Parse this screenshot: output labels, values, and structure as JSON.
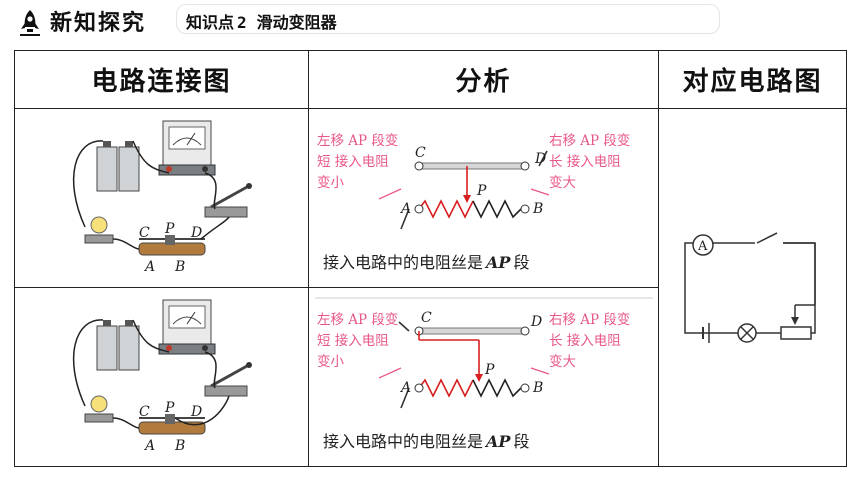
{
  "header": {
    "section_title": "新知探究",
    "subtitle_prefix": "知识点",
    "subtitle_number": "2",
    "subtitle_text": "滑动变阻器"
  },
  "table": {
    "columns": [
      "电路连接图",
      "分析",
      "对应电路图"
    ],
    "rows": [
      {
        "labels": {
          "c": "C",
          "p": "P",
          "d": "D",
          "a": "A",
          "b": "B"
        },
        "analysis": {
          "c": "C",
          "d": "D",
          "p": "P",
          "a": "A",
          "b": "B",
          "left_note": "左移 AP 段变短 接入电阻 变小",
          "right_note": "右移 AP 段变长 接入电阻 变大",
          "caption_prefix": "接入电路中的电阻丝是",
          "caption_ap": "AP",
          "caption_suffix": "段"
        }
      },
      {
        "labels": {
          "c": "C",
          "p": "P",
          "d": "D",
          "a": "A",
          "b": "B"
        },
        "analysis": {
          "c": "C",
          "d": "D",
          "p": "P",
          "a": "A",
          "b": "B",
          "left_note": "左移 AP 段变短 接入电阻 变小",
          "right_note": "右移 AP 段变长 接入电阻 变大",
          "caption_prefix": "接入电路中的电阻丝是",
          "caption_ap": "AP",
          "caption_suffix": "段"
        }
      }
    ],
    "circuit_meter_label": "A"
  },
  "colors": {
    "note_pink": "#e8578a",
    "wire_red": "#d81e1e",
    "border": "#222222"
  }
}
